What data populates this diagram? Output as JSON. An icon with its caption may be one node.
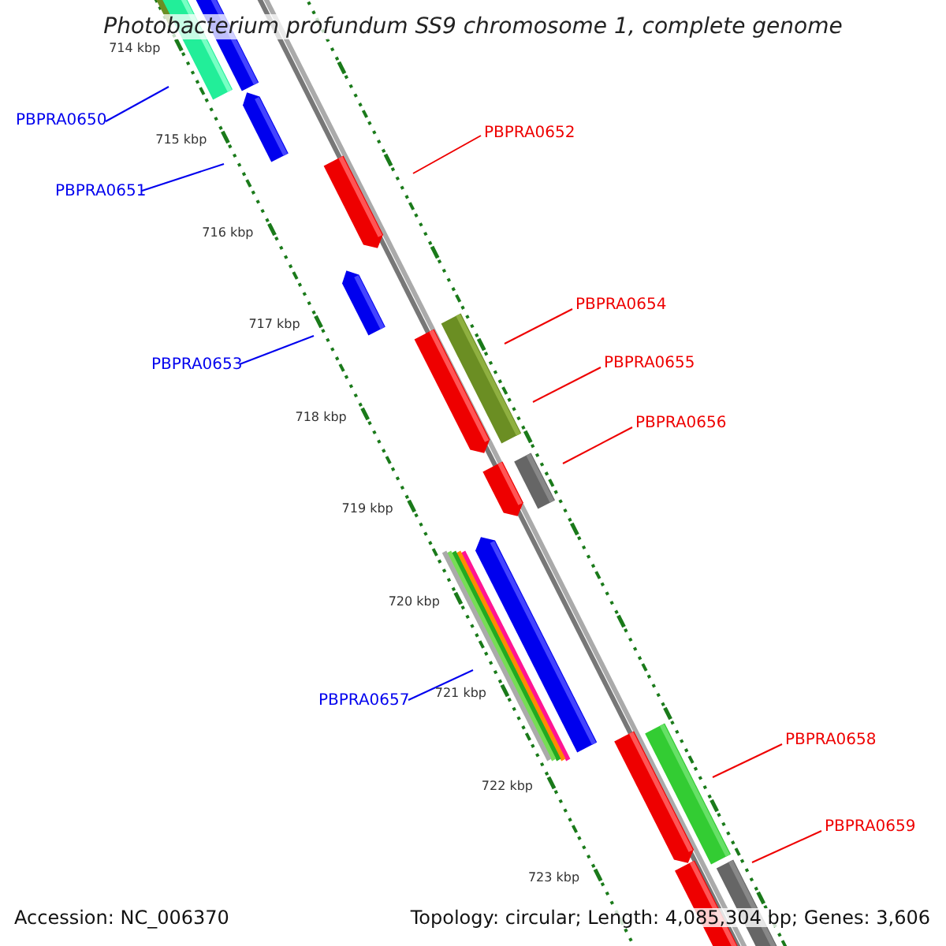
{
  "diagram": {
    "title": "Photobacterium profundum SS9 chromosome 1, complete genome",
    "nodes": [
      {
        "text": [
          "PBPRA0650"
        ]
      },
      {
        "text": [
          "PBPRA0651"
        ]
      },
      {
        "text": [
          "PBPRA0652"
        ]
      },
      {
        "text": [
          "PBPRA0653"
        ]
      },
      {
        "text": [
          "PBPRA0654"
        ]
      },
      {
        "text": [
          "PBPRA0655"
        ]
      },
      {
        "text": [
          "PBPRA0656"
        ]
      },
      {
        "text": [
          "PBPRA0657"
        ]
      },
      {
        "text": [
          "PBPRA0658"
        ]
      },
      {
        "text": [
          "PBPRA0659"
        ]
      }
    ],
    "edges": [
      {
        "from": 0,
        "to": null,
        "arrow": "none",
        "color": "#0000ee"
      },
      {
        "from": 1,
        "to": null,
        "arrow": "none",
        "color": "#0000ee"
      },
      {
        "from": 2,
        "to": null,
        "arrow": "none"
      },
      {
        "from": 3,
        "to": null,
        "arrow": "none",
        "color": "#0000ee"
      },
      {
        "from": 4,
        "to": null,
        "arrow": "none"
      },
      {
        "from": 5,
        "to": null,
        "arrow": "none"
      },
      {
        "from": 6,
        "to": null,
        "arrow": "none"
      },
      {
        "from": 7,
        "to": null,
        "arrow": "none",
        "color": "#0000ee"
      },
      {
        "from": 8,
        "to": null,
        "arrow": "none"
      },
      {
        "from": 9,
        "to": null,
        "arrow": "none"
      }
    ],
    "labels": [
      "714 kbp",
      "715 kbp",
      "716 kbp",
      "717 kbp",
      "718 kbp",
      "719 kbp",
      "720 kbp",
      "721 kbp",
      "722 kbp",
      "723 kbp",
      "Accession: NC_006370",
      "Topology: circular; Length: 4,085,304 bp; Genes: 3,606"
    ]
  }
}
